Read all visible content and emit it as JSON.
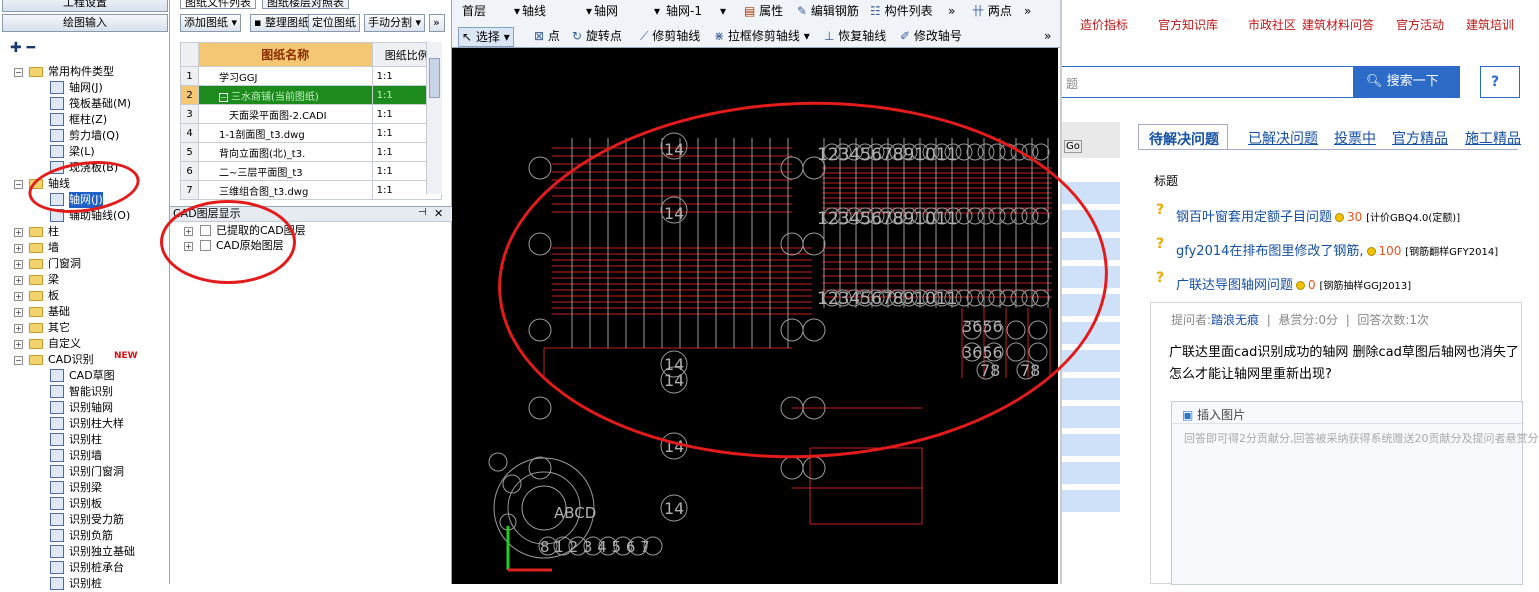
{
  "left_panel": {
    "top_button_1": "工程设置",
    "top_button_2": "绘图输入",
    "tree": [
      {
        "label": "常用构件类型",
        "level": 0,
        "type": "folder",
        "expanded": true
      },
      {
        "label": "轴网(J)",
        "level": 1,
        "type": "item"
      },
      {
        "label": "筏板基础(M)",
        "level": 1,
        "type": "item"
      },
      {
        "label": "框柱(Z)",
        "level": 1,
        "type": "item"
      },
      {
        "label": "剪力墙(Q)",
        "level": 1,
        "type": "item"
      },
      {
        "label": "梁(L)",
        "level": 1,
        "type": "item"
      },
      {
        "label": "现浇板(B)",
        "level": 1,
        "type": "item"
      },
      {
        "label": "轴线",
        "level": 0,
        "type": "folder",
        "expanded": true
      },
      {
        "label": "轴网(J)",
        "level": 1,
        "type": "item",
        "selected": true
      },
      {
        "label": "辅助轴线(O)",
        "level": 1,
        "type": "item"
      },
      {
        "label": "柱",
        "level": 0,
        "type": "folder"
      },
      {
        "label": "墙",
        "level": 0,
        "type": "folder"
      },
      {
        "label": "门窗洞",
        "level": 0,
        "type": "folder"
      },
      {
        "label": "梁",
        "level": 0,
        "type": "folder"
      },
      {
        "label": "板",
        "level": 0,
        "type": "folder"
      },
      {
        "label": "基础",
        "level": 0,
        "type": "folder"
      },
      {
        "label": "其它",
        "level": 0,
        "type": "folder"
      },
      {
        "label": "自定义",
        "level": 0,
        "type": "folder"
      },
      {
        "label": "CAD识别",
        "level": 0,
        "type": "folder",
        "expanded": true,
        "badge": "NEW"
      },
      {
        "label": "CAD草图",
        "level": 1,
        "type": "item"
      },
      {
        "label": "智能识别",
        "level": 1,
        "type": "item"
      },
      {
        "label": "识别轴网",
        "level": 1,
        "type": "item"
      },
      {
        "label": "识别柱大样",
        "level": 1,
        "type": "item"
      },
      {
        "label": "识别柱",
        "level": 1,
        "type": "item"
      },
      {
        "label": "识别墙",
        "level": 1,
        "type": "item"
      },
      {
        "label": "识别门窗洞",
        "level": 1,
        "type": "item"
      },
      {
        "label": "识别梁",
        "level": 1,
        "type": "item"
      },
      {
        "label": "识别板",
        "level": 1,
        "type": "item"
      },
      {
        "label": "识别受力筋",
        "level": 1,
        "type": "item"
      },
      {
        "label": "识别负筋",
        "level": 1,
        "type": "item"
      },
      {
        "label": "识别独立基础",
        "level": 1,
        "type": "item"
      },
      {
        "label": "识别桩承台",
        "level": 1,
        "type": "item"
      },
      {
        "label": "识别桩",
        "level": 1,
        "type": "item"
      }
    ]
  },
  "drawing_panel": {
    "tab1": "图纸文件列表",
    "tab2": "图纸楼层对照表",
    "buttons": [
      "添加图纸",
      "整理图纸",
      "定位图纸",
      "手动分割"
    ],
    "more": "»",
    "col_name": "图纸名称",
    "col_scale": "图纸比例",
    "rows": [
      {
        "num": "1",
        "name": "学习GGJ",
        "scale": "1:1"
      },
      {
        "num": "2",
        "name": "三水商铺(当前图纸)",
        "scale": "1:1",
        "current": true
      },
      {
        "num": "3",
        "name": "天面梁平面图-2.CADI",
        "scale": "1:1"
      },
      {
        "num": "4",
        "name": "1-1剖面图_t3.dwg",
        "scale": "1:1"
      },
      {
        "num": "5",
        "name": "背向立面图(北)_t3.",
        "scale": "1:1"
      },
      {
        "num": "6",
        "name": "二~三层平面图_t3",
        "scale": "1:1"
      },
      {
        "num": "7",
        "name": "三维组合图_t3.dwg",
        "scale": "1:1"
      }
    ],
    "layer_title": "CAD图层显示",
    "layers": [
      "已提取的CAD图层",
      "CAD原始图层"
    ]
  },
  "cad_toolbar": {
    "floor": "首层",
    "category": "轴线",
    "type": "轴网",
    "instance": "轴网-1",
    "property": "属性",
    "edit_rebar": "编辑钢筋",
    "component_list": "构件列表",
    "two_point": "两点",
    "select": "选择",
    "point": "点",
    "rotate_point": "旋转点",
    "trim_axis": "修剪轴线",
    "box_trim": "拉框修剪轴线",
    "restore_axis": "恢复轴线",
    "modify_axis_no": "修改轴号"
  },
  "cad_labels": {
    "axis_14": "14",
    "axis_seq": "1234567891011",
    "grid_abc": "ABCD",
    "grid_36": "3656",
    "grid_78": "78",
    "bottom_seq": "8 1 2 3 4 5 6 7"
  },
  "web": {
    "nav": [
      "造价指标",
      "官方知识库",
      "市政社区",
      "建筑材料问答",
      "官方活动",
      "建筑培训"
    ],
    "search_placeholder_tail": "题",
    "search_button": "搜索一下",
    "help_label": "?",
    "go_label": "Go",
    "tabs": [
      "待解决问题",
      "已解决问题",
      "投票中",
      "官方精品",
      "施工精品"
    ],
    "list_header": "标题",
    "questions": [
      {
        "title": "钢百叶窗套用定额子目问题",
        "reward": "30",
        "tag": "[计价GBQ4.0(定额)]"
      },
      {
        "title": "gfy2014在排布图里修改了钢筋,",
        "reward": "100",
        "tag": "[钢筋翻样GFY2014]"
      },
      {
        "title": "广联达导图轴网问题",
        "reward": "0",
        "tag": "[钢筋抽样GGJ2013]"
      }
    ],
    "meta": {
      "asker_label": "提问者:",
      "asker": "踏浪无痕",
      "reward_label": "悬赏分:0分",
      "answers": "回答次数:1次"
    },
    "question_text_1": "广联达里面cad识别成功的轴网 删除cad草图后轴网也消失了",
    "question_text_2": "怎么才能让轴网里重新出现?",
    "insert_image": "插入图片",
    "answer_placeholder": "回答即可得2分贡献分,回答被采纳获得系统赠送20贡献分及提问者悬赏分"
  },
  "colors": {
    "selection_blue": "#1e5fc8",
    "current_row_green": "#1d8a1d",
    "header_orange": "#f4c872",
    "annotation_red": "#e31b1b",
    "link_blue": "#1450a3",
    "nav_red": "#c01616",
    "cad_grey": "#9a9a9a",
    "cad_red": "#c42020"
  }
}
